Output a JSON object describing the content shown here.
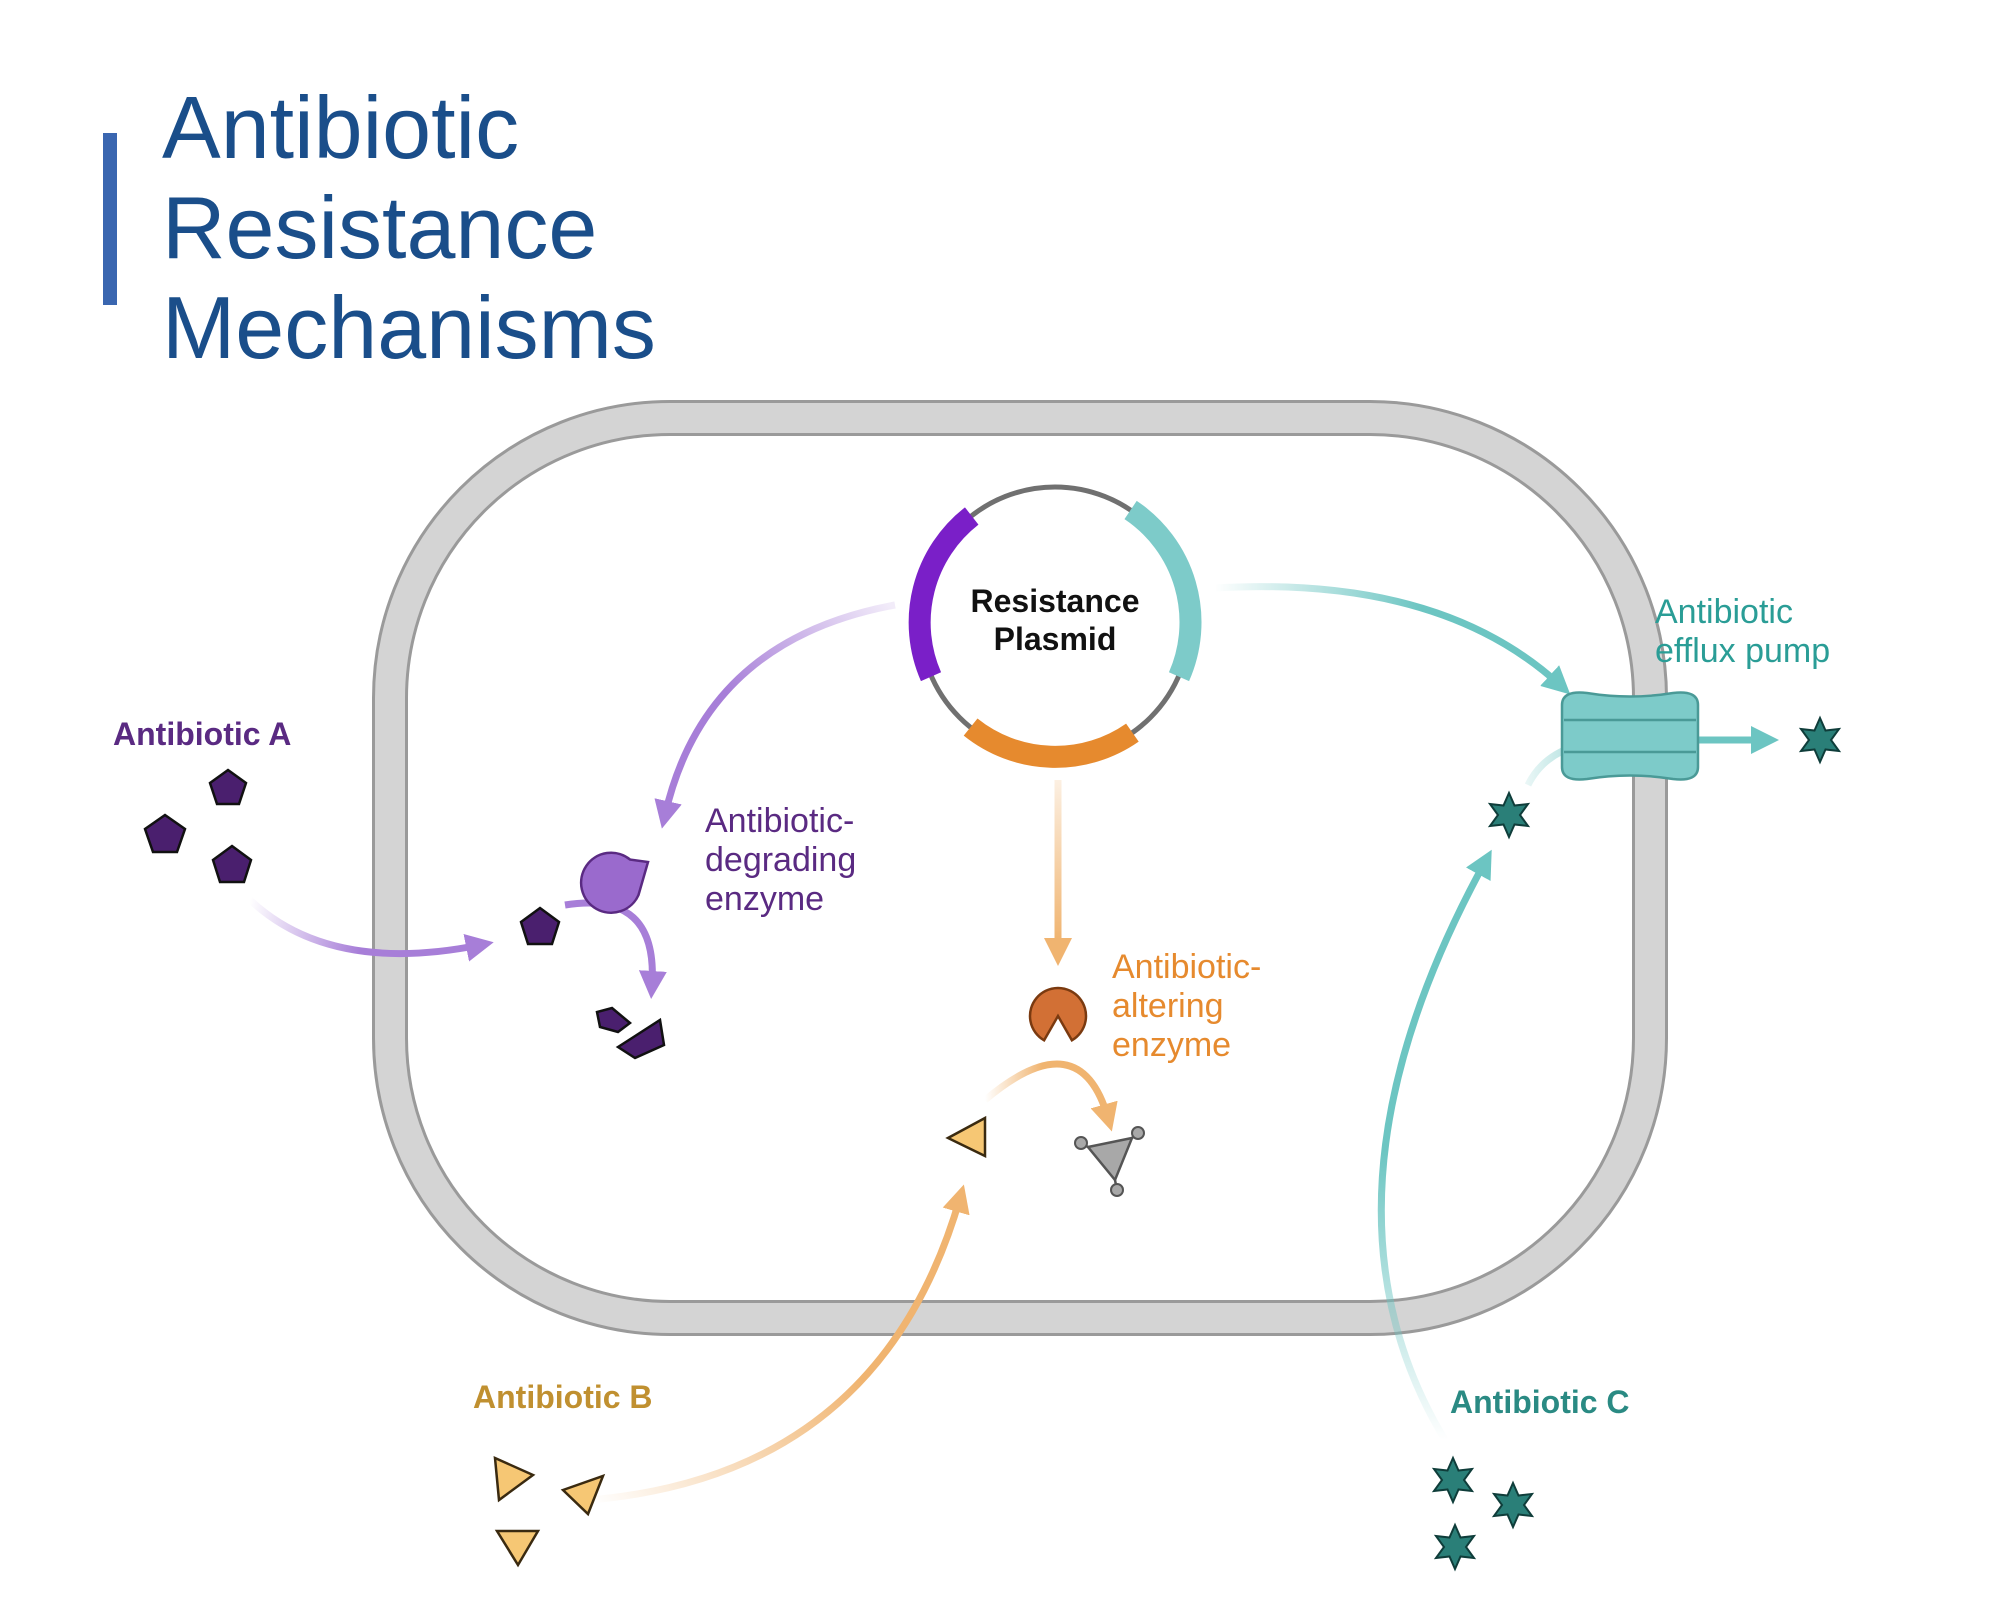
{
  "title": {
    "lines": [
      "Antibiotic",
      "Resistance",
      "Mechanisms"
    ]
  },
  "plasmid": {
    "lines": [
      "Resistance",
      "Plasmid"
    ]
  },
  "enzymes": {
    "degrading": {
      "lines": [
        "Antibiotic-",
        "degrading",
        "enzyme"
      ]
    },
    "altering": {
      "lines": [
        "Antibiotic-",
        "altering",
        "enzyme"
      ]
    }
  },
  "pump": {
    "lines": [
      "Antibiotic",
      "efflux pump"
    ]
  },
  "antibiotics": {
    "a": {
      "label": "Antibiotic A"
    },
    "b": {
      "label": "Antibiotic B"
    },
    "c": {
      "label": "Antibiotic C"
    }
  },
  "colors": {
    "title": "#1a4e8a",
    "title_bar": "#3a66b0",
    "purple": "#5a2a82",
    "purple_light": "#a77ed8",
    "orange": "#e68a2e",
    "orange_light": "#f0b470",
    "gold": "#c09030",
    "teal": "#2a9d96",
    "teal_light": "#7dcbc9",
    "membrane": "#d4d4d4"
  }
}
